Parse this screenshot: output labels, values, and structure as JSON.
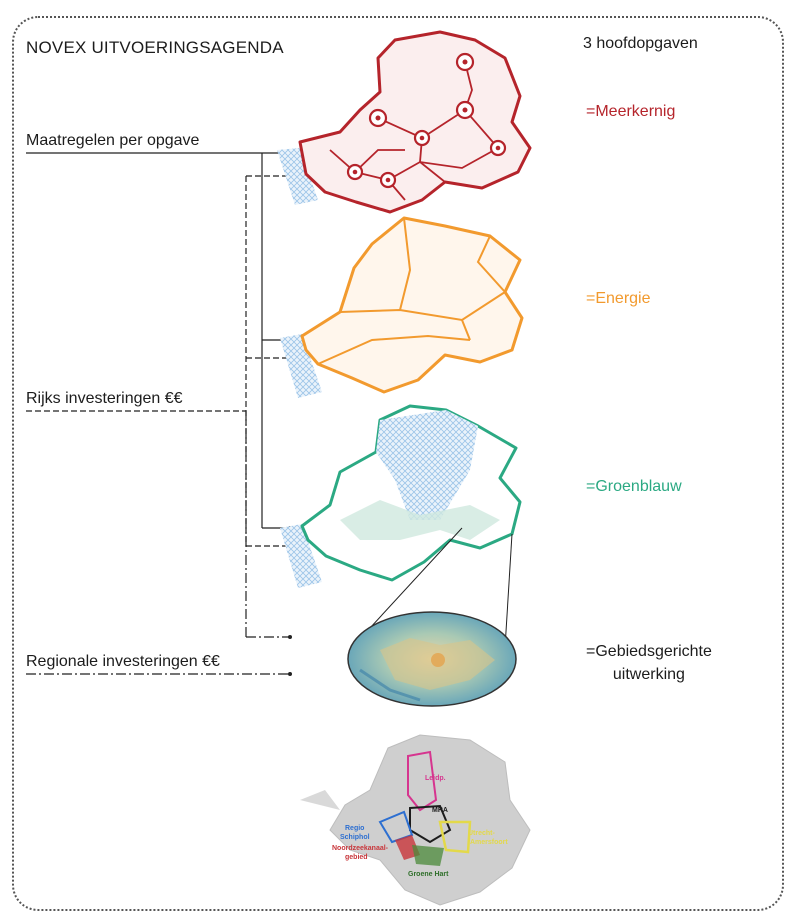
{
  "header": {
    "title": "NOVEX UITVOERINGSAGENDA",
    "subtitle": "3 hoofdopgaven"
  },
  "rows": {
    "maatregelen": "Maatregelen per opgave",
    "rijks": "Rijks investeringen  €€",
    "regionale": "Regionale investeringen  €€"
  },
  "legend": {
    "meerkernig": "=Meerkernig",
    "energie": "=Energie",
    "groenblauw": "=Groenblauw",
    "gebied_line1": "=Gebiedsgerichte",
    "gebied_line2": "uitwerking"
  },
  "bottom_map": {
    "labels": {
      "leidp": "Leidp.",
      "mra": "MRA",
      "regio": "Regio",
      "schiphol": "Schiphol",
      "utrecht": "Utrecht-",
      "amersfoort": "Amersfoort",
      "noordzee1": "Noordzeekanaal-",
      "noordzee2": "gebied",
      "groene_hart": "Groene Hart"
    }
  },
  "colors": {
    "meerkernig": "#b5242b",
    "energie": "#f29a2e",
    "groenblauw": "#2ba983",
    "water": "#9cc4e8"
  },
  "icons": {
    "node": "target-circle-icon"
  }
}
